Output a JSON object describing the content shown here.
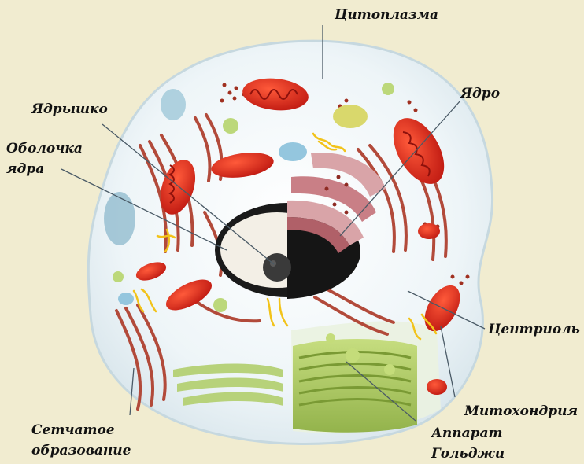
{
  "labels": {
    "cytoplasm": "Цитоплазма",
    "nucleus": "Ядро",
    "nucleolus": "Ядрышко",
    "envelope_1": "Оболочка",
    "envelope_2": "ядра",
    "centriole": "Центриоль",
    "mitochondrion": "Митохондрия",
    "golgi_1": "Аппарат",
    "golgi_2": "Гольджи",
    "reticulum_1": "Сетчатое",
    "reticulum_2": "образование"
  },
  "colors": {
    "background": "#f1ecd0",
    "cell_membrane": "#e8f1f5",
    "mitochondria": "#d8281c",
    "reticulum": "#b24a3a",
    "nucleus_cut": "#c97f86",
    "chromatin": "#151515",
    "golgi": "#a8c65a",
    "centriole": "#f2c31a"
  }
}
